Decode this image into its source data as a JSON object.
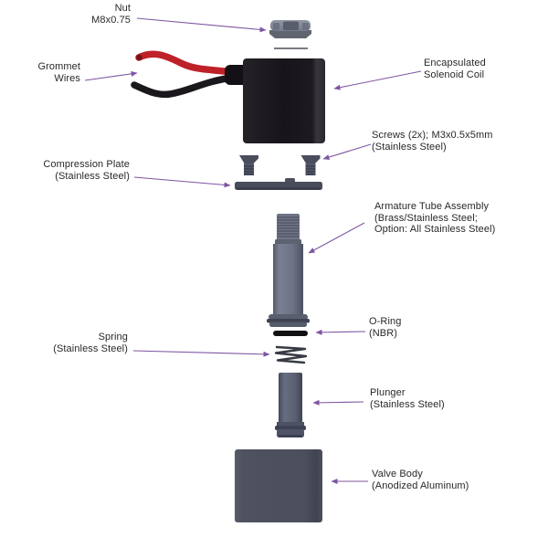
{
  "diagram_type": "exploded-assembly-diagram",
  "labels": {
    "nut": {
      "lines": [
        "Nut",
        "M8x0.75"
      ]
    },
    "grommet_wires": {
      "lines": [
        "Grommet",
        "Wires"
      ]
    },
    "solenoid_coil": {
      "lines": [
        "Encapsulated",
        "Solenoid Coil"
      ]
    },
    "screws": {
      "lines": [
        "Screws (2x); M3x0.5x5mm",
        "(Stainless Steel)"
      ]
    },
    "compression_plate": {
      "lines": [
        "Compression Plate",
        "(Stainless Steel)"
      ]
    },
    "armature_tube": {
      "lines": [
        "Armature Tube Assembly",
        "(Brass/Stainless Steel;",
        "Option: All Stainless Steel)"
      ]
    },
    "o_ring": {
      "lines": [
        "O-Ring",
        "(NBR)"
      ]
    },
    "spring": {
      "lines": [
        "Spring",
        "(Stainless Steel)"
      ]
    },
    "plunger": {
      "lines": [
        "Plunger",
        "(Stainless Steel)"
      ]
    },
    "valve_body": {
      "lines": [
        "Valve Body",
        "(Anodized Aluminum)"
      ]
    }
  },
  "colors": {
    "background": "#ffffff",
    "text": "#28272b",
    "leader_arrow": "#7d55a2",
    "wire_red": "#bf2129",
    "wire_black": "#1a181c",
    "coil_black": "#1a171c",
    "metal_dark": "#4a4e5c",
    "metal_mid": "#6d7384",
    "nut_gray": "#848999"
  }
}
